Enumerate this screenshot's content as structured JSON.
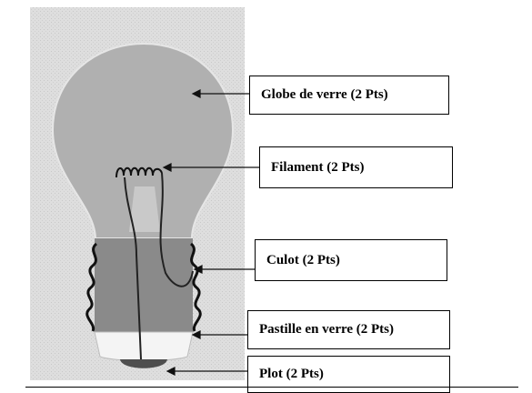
{
  "labels": {
    "globe": "Globe de verre (2 Pts)",
    "filament": "Filament (2 Pts)",
    "culot": "Culot (2 Pts)",
    "pastille": "Pastille en verre (2 Pts)",
    "plot": "Plot (2 Pts)"
  },
  "colors": {
    "photo_background": "#dcdcdc",
    "glass_globe": "#b3b3b3",
    "screw_base": "#8c8c8c",
    "glass_insulator": "#f2f2f2",
    "contact_plot": "#555555",
    "label_border": "#000000"
  }
}
